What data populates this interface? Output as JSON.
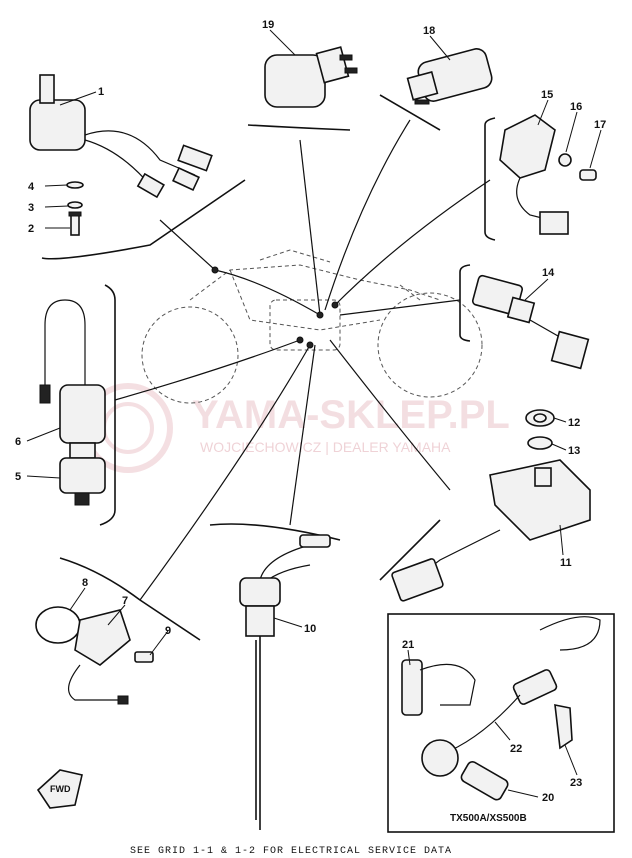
{
  "callouts": {
    "p1": "1",
    "p2": "2",
    "p3": "3",
    "p4": "4",
    "p5": "5",
    "p6": "6",
    "p7": "7",
    "p8": "8",
    "p9": "9",
    "p10": "10",
    "p11": "11",
    "p12": "12",
    "p13": "13",
    "p14": "14",
    "p15": "15",
    "p16": "16",
    "p17": "17",
    "p18": "18",
    "p19": "19",
    "p20": "20",
    "p21": "21",
    "p22": "22",
    "p23": "23"
  },
  "model_label": "TX500A/XS500B",
  "fwd_label": "FWD",
  "watermark": {
    "name": "YAMA-SKLEP.PL",
    "subtitle": "WOJCIECHOWICZ | DEALER YAMAHA"
  },
  "footer_note": "SEE GRID 1-1 & 1-2 FOR ELECTRICAL SERVICE DATA"
}
